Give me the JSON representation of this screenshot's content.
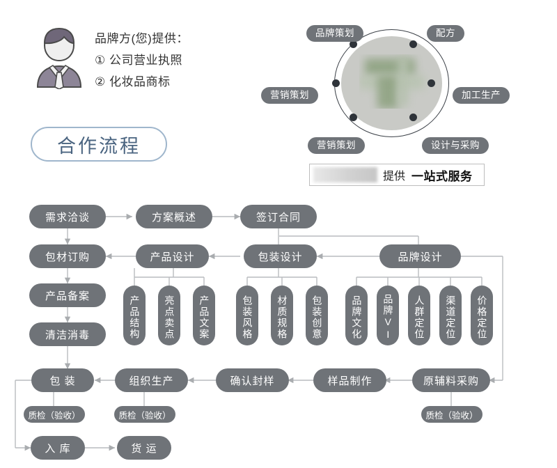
{
  "brand_owner": {
    "avatar_icon": "person-avatar-icon",
    "lines": [
      "品牌方(您)提供：",
      "① 公司营业执照",
      "② 化妆品商标"
    ]
  },
  "service_circle": {
    "labels": [
      {
        "text": "品牌策划",
        "pos": "top-left"
      },
      {
        "text": "配方",
        "pos": "top-right"
      },
      {
        "text": "营销策划",
        "pos": "left"
      },
      {
        "text": "加工生产",
        "pos": "right"
      },
      {
        "text": "营销策划",
        "pos": "bottom-left"
      },
      {
        "text": "设计与采购",
        "pos": "bottom-right"
      }
    ],
    "center_logo": "blurred-company-logo"
  },
  "banner": {
    "logo": "blurred-company-name",
    "text_normal": "提供",
    "text_bold": "一站式服务"
  },
  "section": {
    "title": "合作流程"
  },
  "flow": {
    "row1": [
      "需求洽谈",
      "方案概述",
      "签订合同"
    ],
    "left_column": [
      "包材订购",
      "产品备案",
      "清洁消毒"
    ],
    "row2": [
      "产品设计",
      "包装设计",
      "品牌设计"
    ],
    "product_design_items": [
      "产品结构",
      "亮点卖点",
      "产品文案"
    ],
    "package_design_items": [
      "包装风格",
      "材质规格",
      "包装创意"
    ],
    "brand_design_items": [
      "品牌文化",
      "品牌VI",
      "人群定位",
      "渠道定位",
      "价格定位"
    ],
    "row3": [
      "包 装",
      "组织生产",
      "确认封样",
      "样品制作",
      "原辅料采购"
    ],
    "qc_label": "质检（验收）",
    "qc_count": 3,
    "row4": [
      "入 库",
      "货 运"
    ]
  },
  "colors": {
    "pill": "#6f7378",
    "pill_text": "#ffffff",
    "line": "#b9bcbf",
    "title_accent": "#4a6480",
    "title_border": "#9fb6cc",
    "ring": "#3a3f46",
    "ring_fill": "#c9cac6"
  }
}
